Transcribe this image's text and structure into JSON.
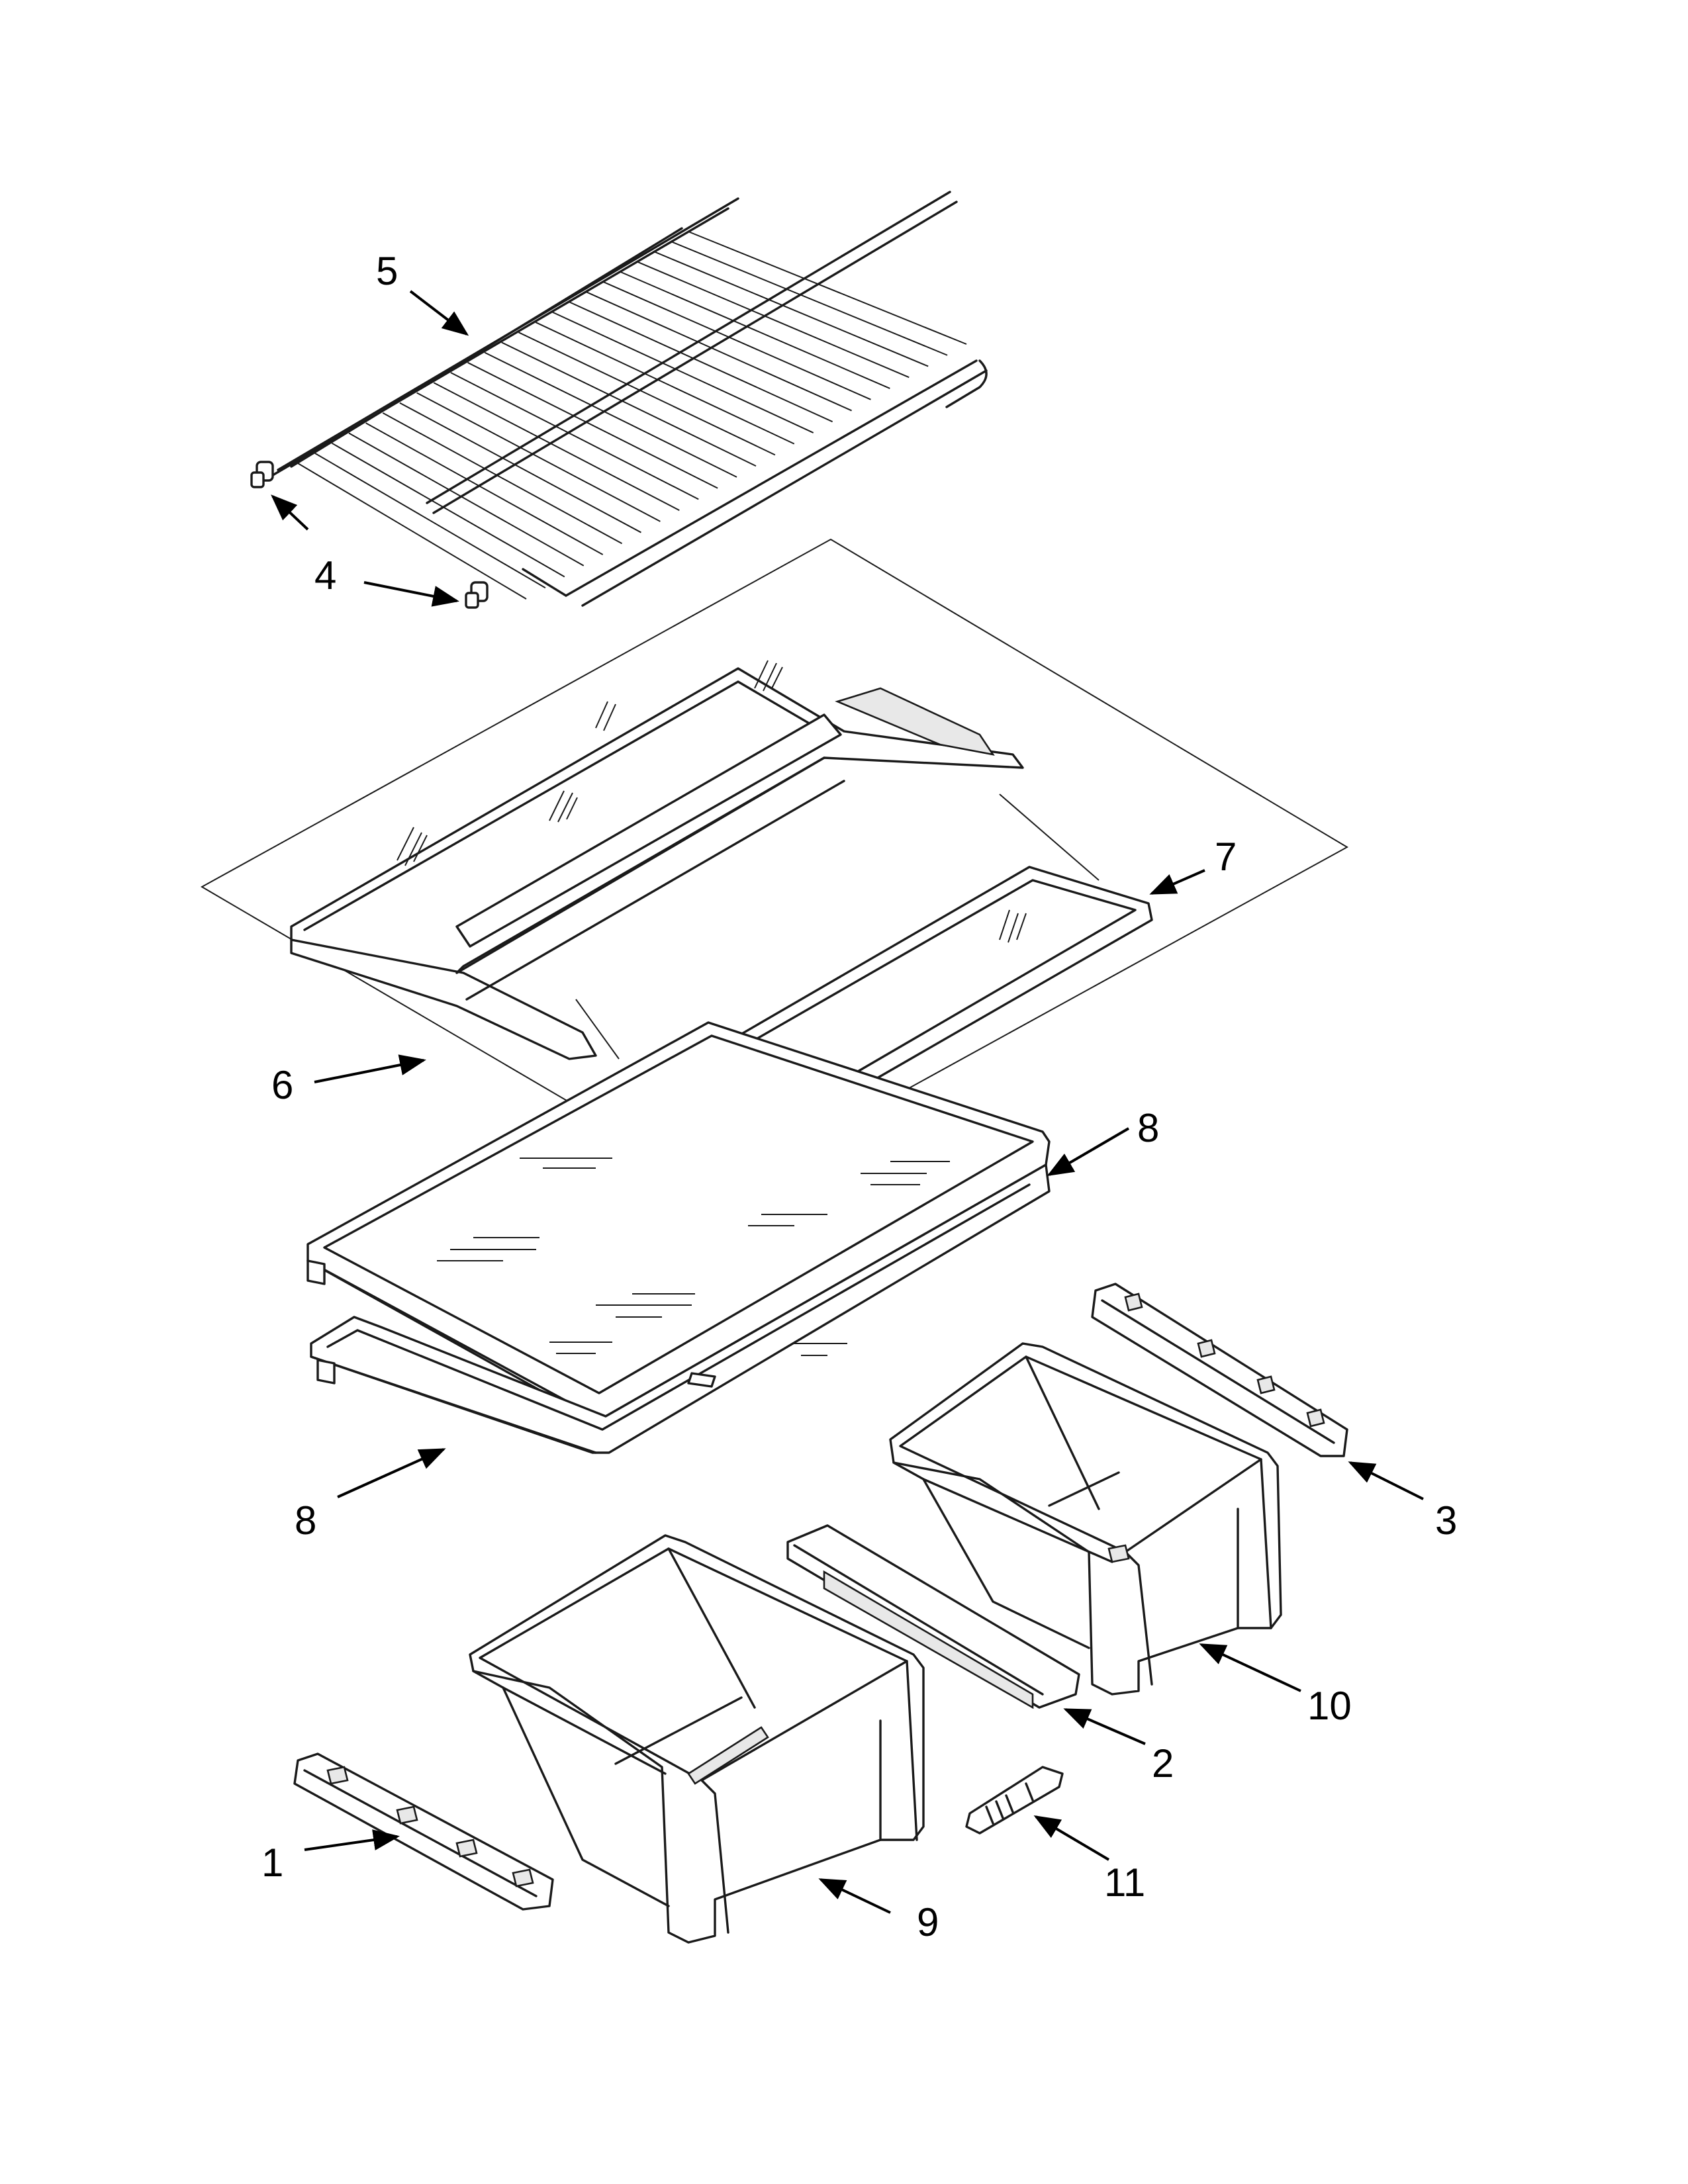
{
  "callouts": {
    "c1": "1",
    "c2": "2",
    "c3": "3",
    "c4": "4",
    "c5": "5",
    "c6": "6",
    "c7": "7",
    "c8a": "8",
    "c8b": "8",
    "c9": "9",
    "c10": "10",
    "c11": "11"
  },
  "icons": {
    "leader_arrow": "arrow-icon"
  },
  "colors": {
    "line": "#1a1a1a",
    "background": "#ffffff"
  }
}
